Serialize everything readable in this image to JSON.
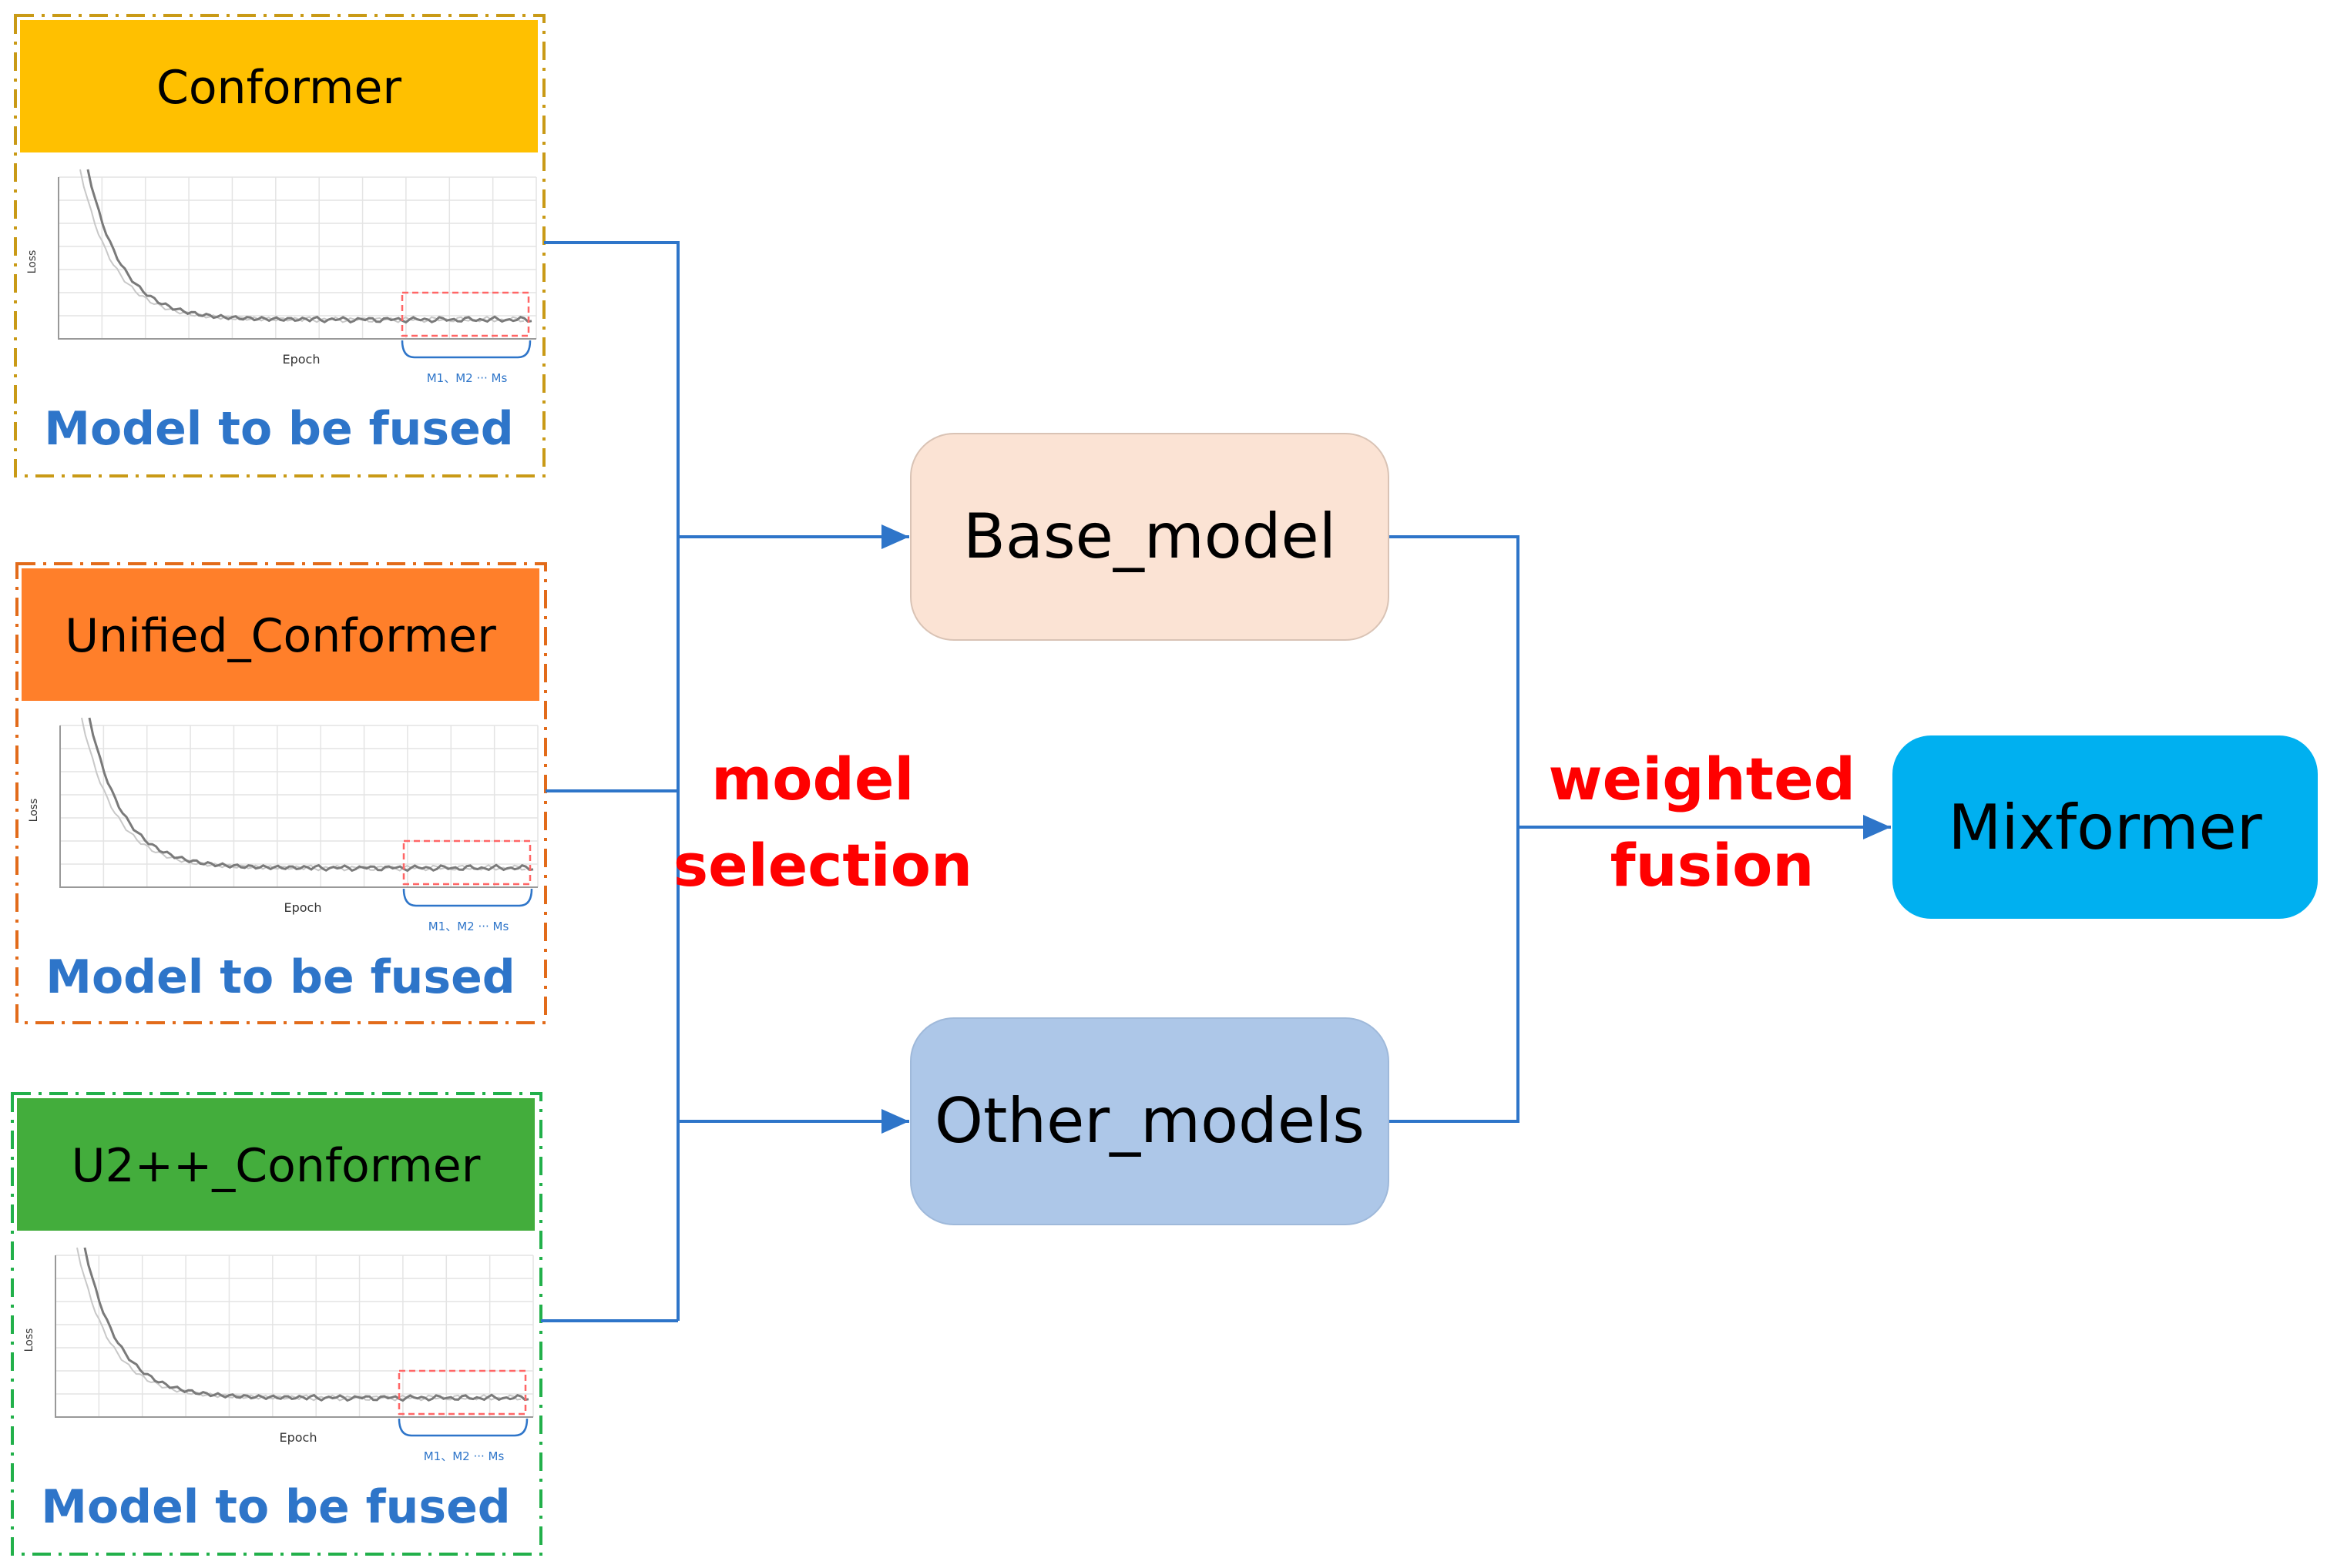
{
  "models": [
    {
      "name": "Conformer",
      "header_color": "#FFC000",
      "frame_color": "#C99A16",
      "caption": "Model to be fused",
      "plot": {
        "ylabel": "Loss",
        "xlabel": "Epoch",
        "checkpoints": "M1、M2 ··· Ms"
      }
    },
    {
      "name": "Unified_Conformer",
      "header_color": "#FF7F2A",
      "frame_color": "#E26B1A",
      "caption": "Model to be fused",
      "plot": {
        "ylabel": "Loss",
        "xlabel": "Epoch",
        "checkpoints": "M1、M2 ··· Ms"
      }
    },
    {
      "name": "U2++_Conformer",
      "header_color": "#43AD3C",
      "frame_color": "#22B04A",
      "caption": "Model to be fused",
      "plot": {
        "ylabel": "Loss",
        "xlabel": "Epoch",
        "checkpoints": "M1、M2 ··· Ms"
      }
    }
  ],
  "selection_label": [
    "model",
    "selection"
  ],
  "fusion_label": [
    "weighted",
    "fusion"
  ],
  "base_model": {
    "label": "Base_model",
    "color": "#FBE3D4"
  },
  "other_models": {
    "label": "Other_models",
    "color": "#ADC7E8"
  },
  "mixformer": {
    "label": "Mixformer",
    "color": "#00B0F0"
  },
  "colors": {
    "connector": "#2E75C9",
    "caption": "#2E75C9",
    "emphasis": "#FF0000",
    "highlight_box": "#FF6666"
  }
}
